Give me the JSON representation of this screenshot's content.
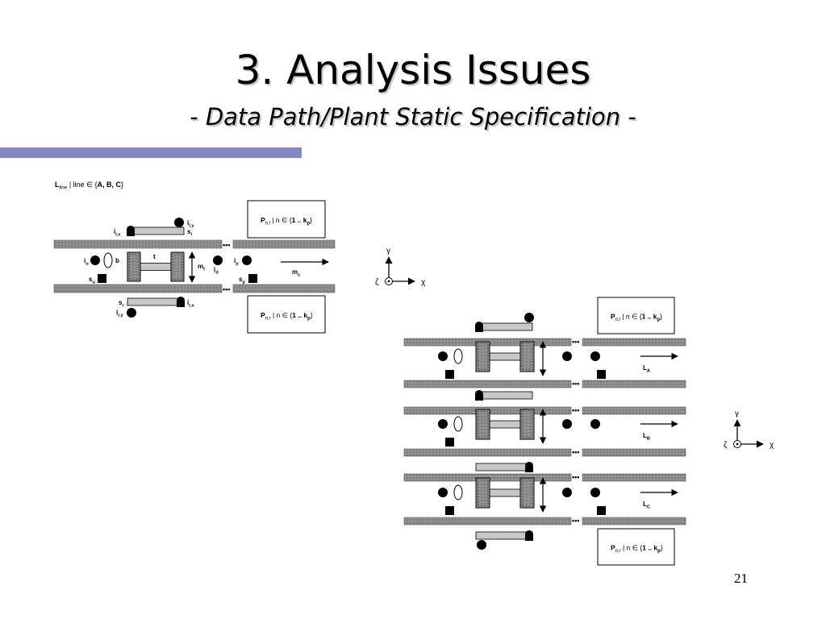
{
  "slide": {
    "title": "3. Analysis Issues",
    "subtitle": "- Data Path/Plant Static Specification -",
    "page_number": "21",
    "accent_color": "#8487c3"
  },
  "left_diagram": {
    "line_def": {
      "base": "L",
      "sub": "line",
      "mid": " | line ∈ {",
      "set": "A, B, C",
      "end": "}"
    },
    "top_box": {
      "base": "P",
      "sub": "n,l",
      "mid": " | n ∈ {",
      "range": "1 .. k",
      "range_sub": "p",
      "end": "}"
    },
    "bottom_box": {
      "base": "P",
      "sub": "n,r",
      "mid": " | n ∈ {",
      "range": "1 .. k",
      "range_sub": "p",
      "end": "}"
    },
    "labels": {
      "i_ly": {
        "base": "i",
        "sub": "l,y"
      },
      "i_lx": {
        "base": "i",
        "sub": "l,x"
      },
      "s_l": {
        "base": "s",
        "sub": "l"
      },
      "i_u": {
        "base": "i",
        "sub": "u"
      },
      "b": {
        "base": "b"
      },
      "t": {
        "base": "t"
      },
      "m_t": {
        "base": "m",
        "sub": "t"
      },
      "i_d": {
        "base": "i",
        "sub": "d"
      },
      "i_p": {
        "base": "i",
        "sub": "p"
      },
      "m_c": {
        "base": "m",
        "sub": "c"
      },
      "s_u": {
        "base": "s",
        "sub": "u"
      },
      "s_p": {
        "base": "s",
        "sub": "p"
      },
      "s_r": {
        "base": "s",
        "sub": "r"
      },
      "i_rx": {
        "base": "i",
        "sub": "r,x"
      },
      "i_ry": {
        "base": "i",
        "sub": "r,y"
      }
    },
    "axes": {
      "y": "γ",
      "z": "ζ",
      "x": "χ"
    }
  },
  "right_diagram": {
    "top_box": {
      "base": "P",
      "sub": "n,l",
      "mid": " | n ∈ {",
      "range": "1 .. k",
      "range_sub": "p",
      "end": "}"
    },
    "bottom_box": {
      "base": "P",
      "sub": "n,r",
      "mid": " | n ∈ {",
      "range": "1 .. k",
      "range_sub": "p",
      "end": "}"
    },
    "lines": [
      {
        "base": "L",
        "sub": "A"
      },
      {
        "base": "L",
        "sub": "B"
      },
      {
        "base": "L",
        "sub": "C"
      }
    ],
    "axes": {
      "y": "γ",
      "z": "ζ",
      "x": "χ"
    }
  }
}
